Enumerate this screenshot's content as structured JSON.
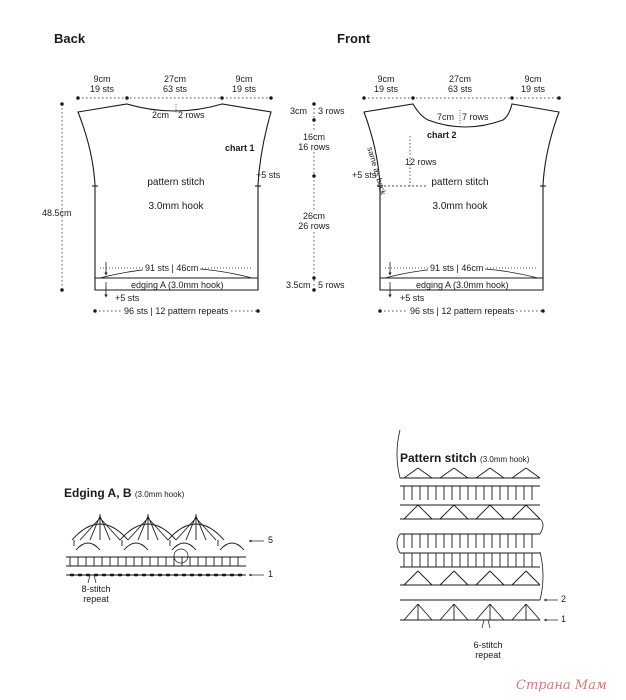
{
  "back": {
    "title": "Back",
    "top_widths": [
      {
        "cm": "9cm",
        "sts": "19 sts"
      },
      {
        "cm": "27cm",
        "sts": "63 sts"
      },
      {
        "cm": "9cm",
        "sts": "19 sts"
      }
    ],
    "neck_label": "2cm",
    "neck_rows": "2 rows",
    "chart_label": "chart 1",
    "side_increase": "+5 sts",
    "body_line1": "pattern stitch",
    "body_line2": "3.0mm hook",
    "height_label": "48.5cm",
    "width_inner": "91 sts | 46cm",
    "edging_label": "edging A (3.0mm hook)",
    "edging_increase": "+5 sts",
    "bottom_width": "96 sts | 12 pattern repeats"
  },
  "middle_dims": [
    {
      "cm": "3cm",
      "rows": "3 rows"
    },
    {
      "cm": "16cm",
      "rows": "16 rows"
    },
    {
      "cm": "26cm",
      "rows": "26 rows"
    },
    {
      "cm": "3.5cm",
      "rows": "5 rows"
    }
  ],
  "front": {
    "title": "Front",
    "top_widths": [
      {
        "cm": "9cm",
        "sts": "19 sts"
      },
      {
        "cm": "27cm",
        "sts": "63 sts"
      },
      {
        "cm": "9cm",
        "sts": "19 sts"
      }
    ],
    "neck_label": "7cm",
    "neck_rows": "7 rows",
    "chart_label": "chart 2",
    "same_as_back": "same as back",
    "twelve_rows": "12 rows",
    "side_increase": "+5 sts",
    "body_line1": "pattern stitch",
    "body_line2": "3.0mm hook",
    "width_inner": "91 sts | 46cm",
    "edging_label": "edging A (3.0mm hook)",
    "edging_increase": "+5 sts",
    "bottom_width": "96 sts | 12 pattern repeats"
  },
  "edging_chart": {
    "title": "Edging A, B",
    "hook": "(3.0mm hook)",
    "row_labels": [
      "5",
      "1"
    ],
    "repeat_label_1": "8-stitch",
    "repeat_label_2": "repeat"
  },
  "pattern_chart": {
    "title": "Pattern stitch",
    "hook": "(3.0mm hook)",
    "row_labels": [
      "2",
      "1"
    ],
    "repeat_label_1": "6-stitch",
    "repeat_label_2": "repeat"
  },
  "watermark": "Страна Мам",
  "colors": {
    "ink": "#1a1a1a",
    "watermark": "#c05050"
  }
}
